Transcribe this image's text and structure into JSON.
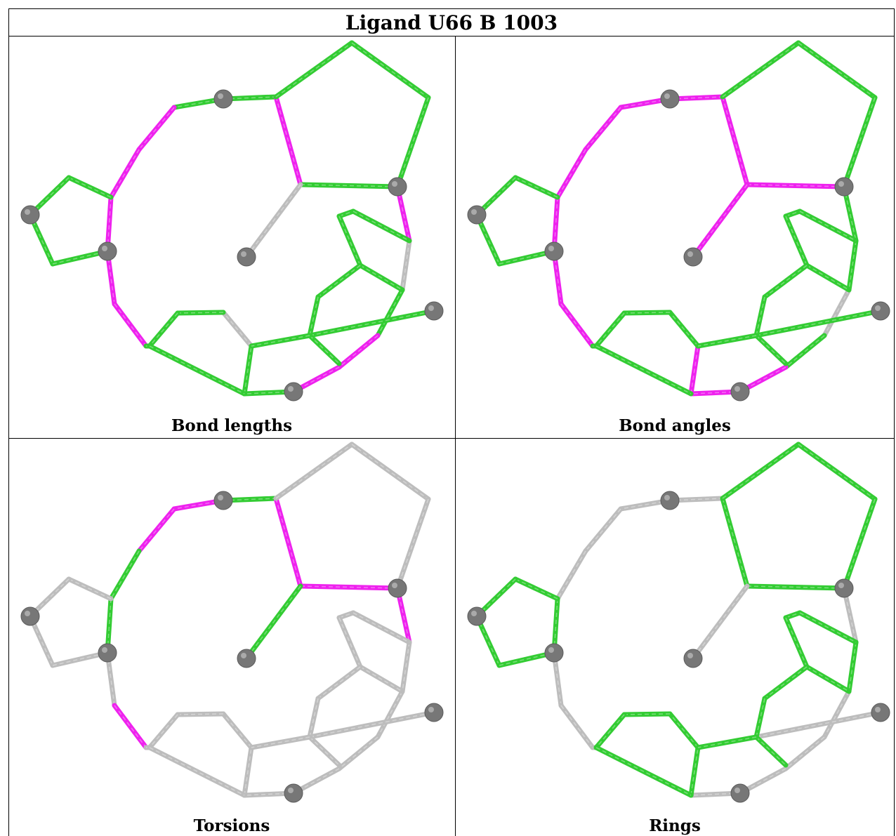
{
  "title": "Ligand U66 B 1003",
  "colors": {
    "green": "#33cc33",
    "magenta": "#ee22ee",
    "grey": "#bdbdbd",
    "atom": "#777777"
  },
  "panels": [
    {
      "caption": "Bond lengths",
      "highlight": [
        1,
        5,
        6,
        7,
        8,
        9,
        10,
        13,
        14
      ],
      "grey_bonds": [
        3,
        11,
        19
      ],
      "default": "green"
    },
    {
      "caption": "Bond angles",
      "highlight": [
        0,
        1,
        2,
        3,
        4,
        5,
        6,
        7,
        8,
        9,
        14,
        15,
        16
      ],
      "grey_bonds": [
        4,
        12
      ],
      "default": "green"
    },
    {
      "caption": "Torsions",
      "highlight": [
        1,
        2,
        4,
        5,
        9,
        10
      ],
      "green_bonds": [
        0,
        3,
        6,
        7
      ],
      "default": "grey"
    },
    {
      "caption": "Rings",
      "ring_bonds": true,
      "default": "grey"
    }
  ]
}
